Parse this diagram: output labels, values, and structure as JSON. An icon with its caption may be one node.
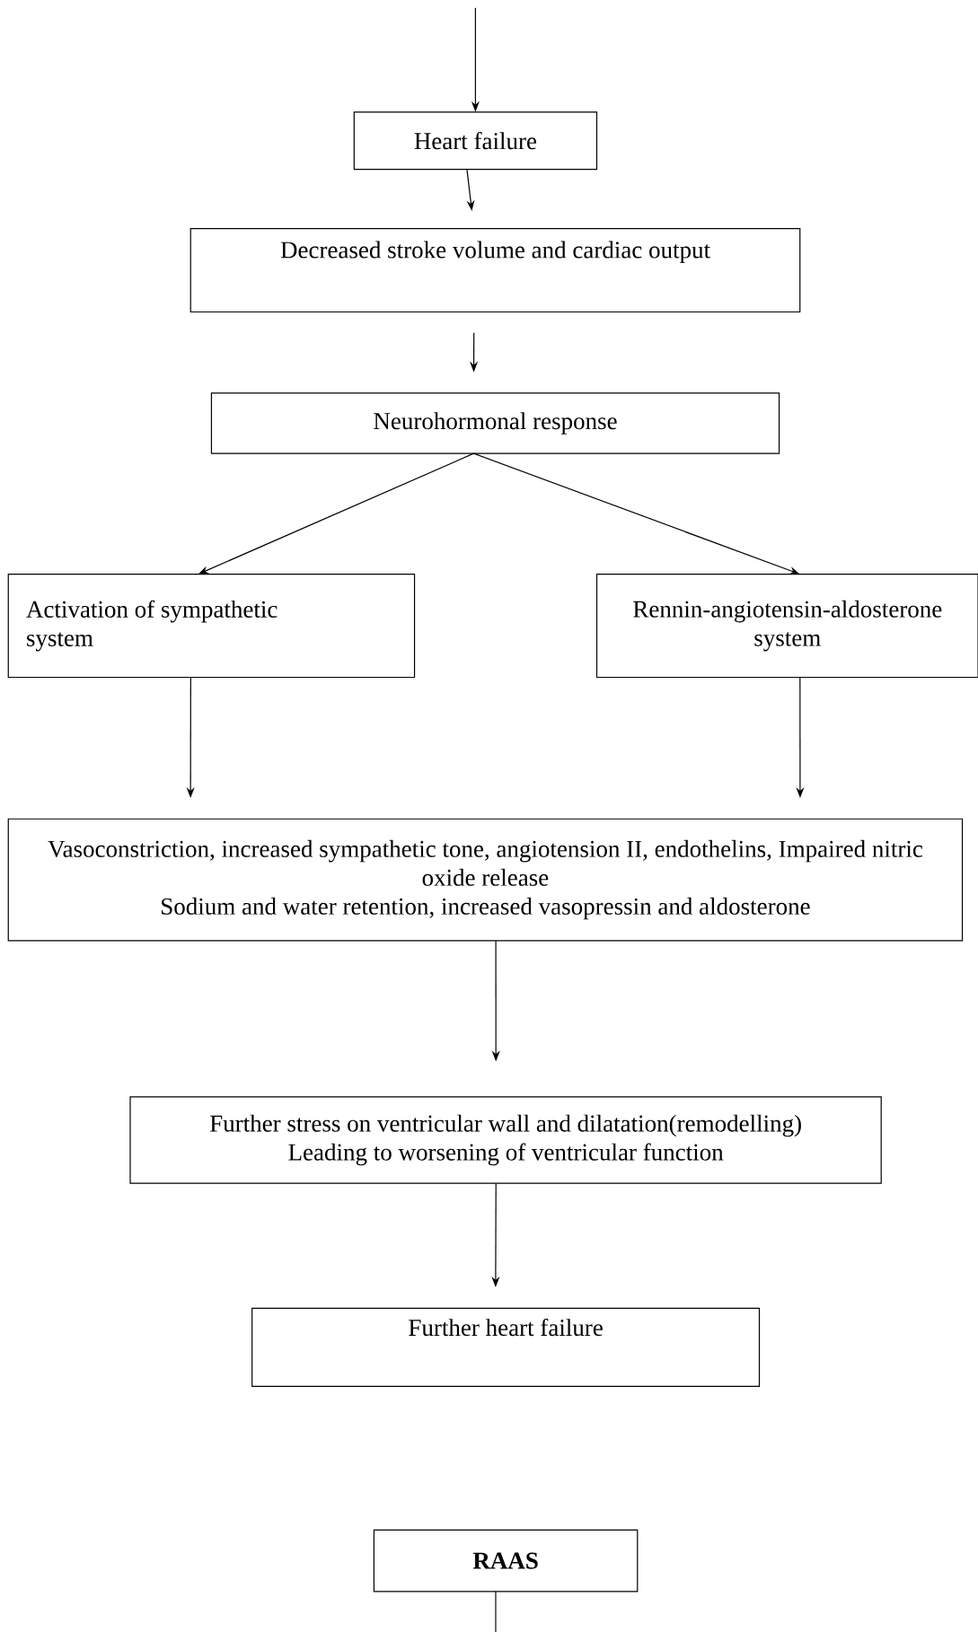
{
  "diagram": {
    "nodes": [
      {
        "text": [
          "Heart failure"
        ]
      },
      {
        "text": [
          "Decreased stroke volume and cardiac output"
        ]
      },
      {
        "text": [
          "Neurohormonal response"
        ]
      },
      {
        "text": [
          "Activation of sympathetic system"
        ]
      },
      {
        "text": [
          "Rennin-angiotensin-aldosterone system"
        ]
      },
      {
        "text": [
          "Vasoconstriction, increased sympathetic tone, angiotension II, endothelins, Impaired nitric oxide release",
          "Sodium and water retention, increased vasopressin and aldosterone"
        ]
      },
      {
        "text": [
          "Further stress on ventricular wall and dilatation(remodelling)",
          "Leading to worsening of ventricular function"
        ]
      },
      {
        "text": [
          "Further heart failure"
        ]
      },
      {
        "text": [
          "RAAS"
        ]
      }
    ],
    "edges": [
      {
        "from": null,
        "to": 0,
        "arrow": "to"
      },
      {
        "from": 0,
        "to": 1,
        "arrow": "to"
      },
      {
        "from": 1,
        "to": 2,
        "arrow": "to"
      },
      {
        "from": 2,
        "to": 3,
        "arrow": "to"
      },
      {
        "from": 2,
        "to": 4,
        "arrow": "to"
      },
      {
        "from": 3,
        "to": 5,
        "arrow": "to"
      },
      {
        "from": 4,
        "to": 5,
        "arrow": "to"
      },
      {
        "from": 5,
        "to": 6,
        "arrow": "to"
      },
      {
        "from": 6,
        "to": 7,
        "arrow": "to"
      },
      {
        "from": 8,
        "to": null,
        "arrow": "none"
      }
    ]
  }
}
